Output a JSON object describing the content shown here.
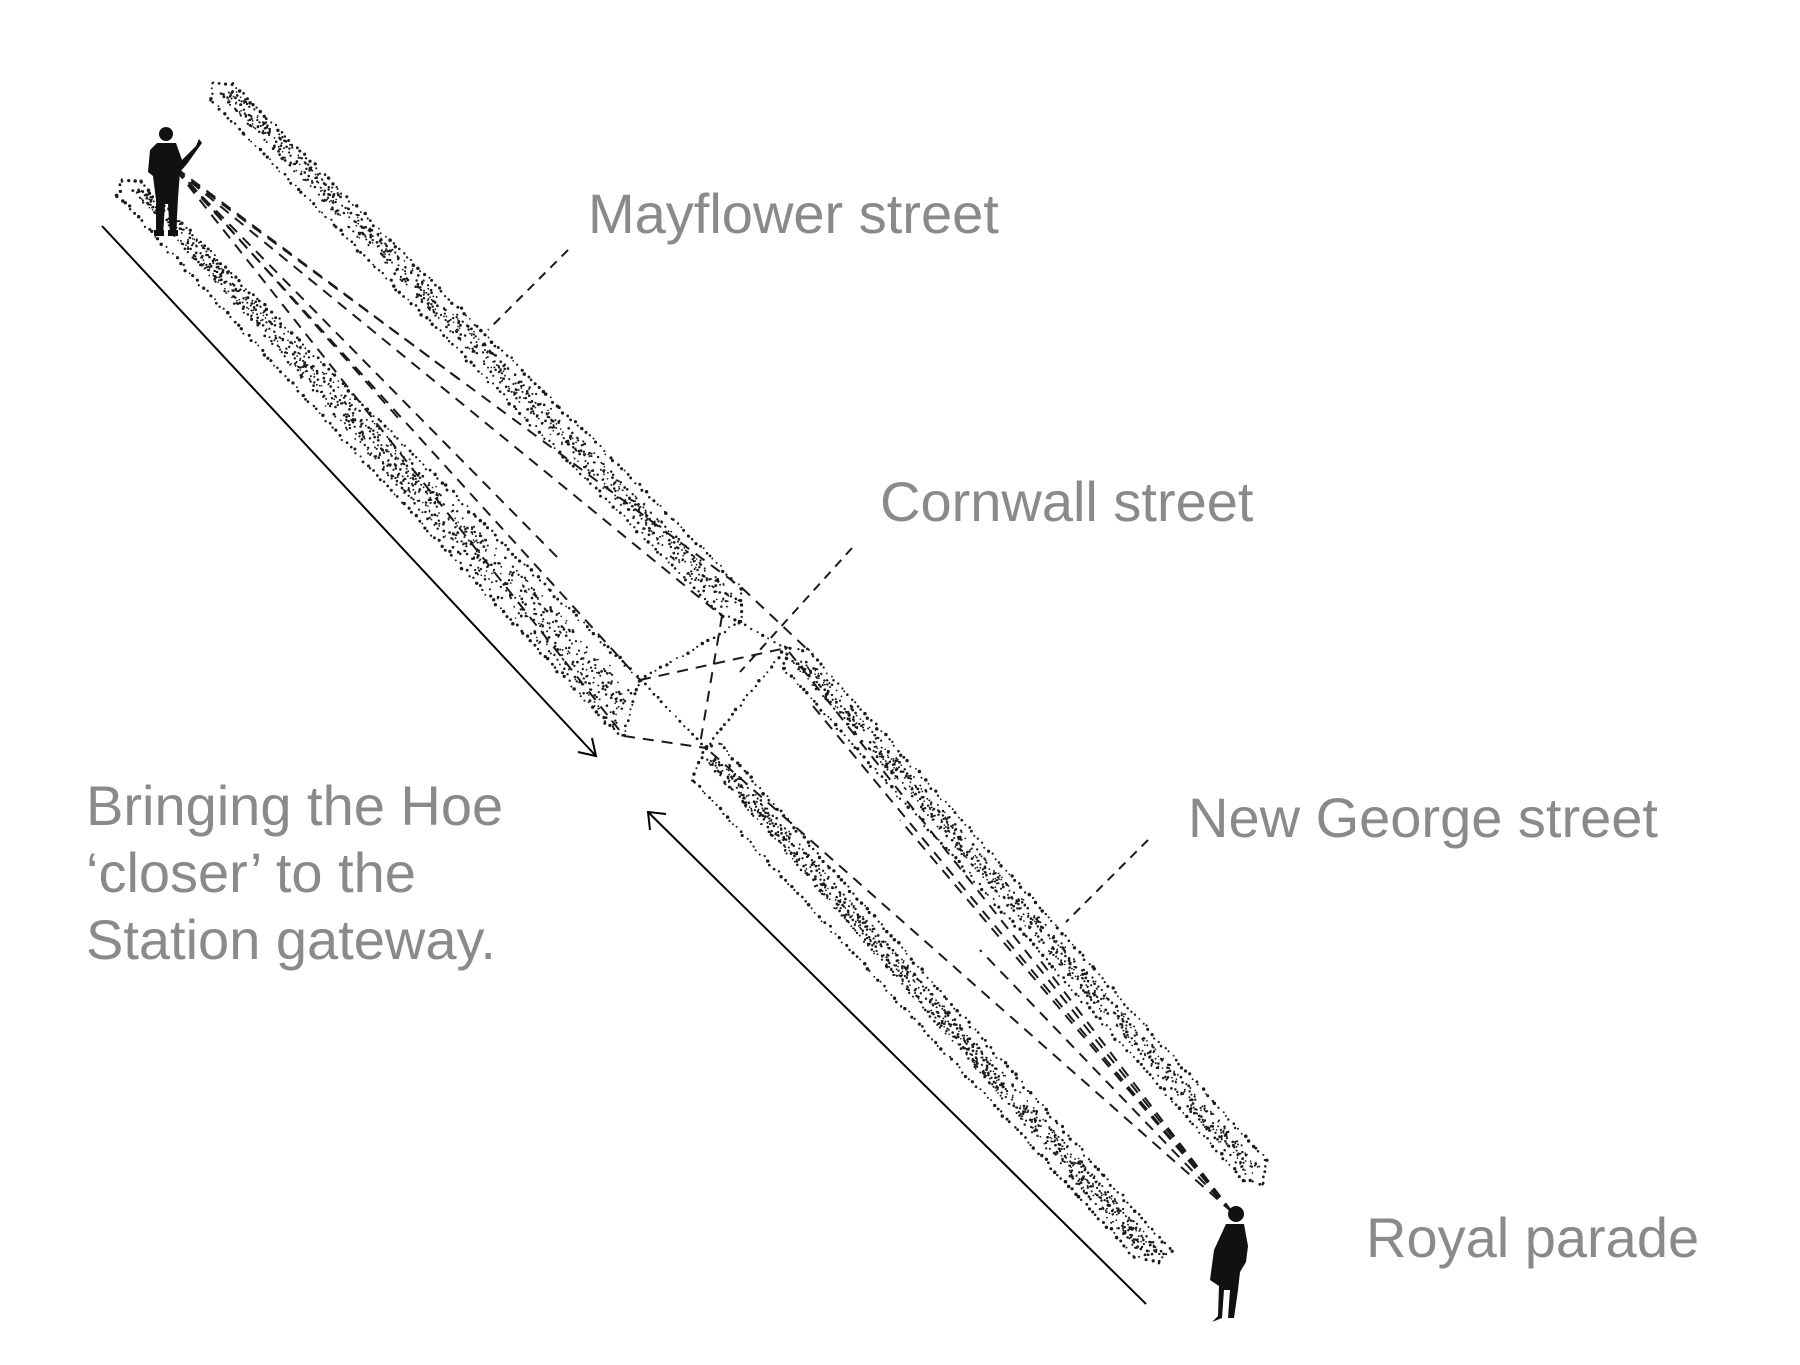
{
  "labels": {
    "mayflower": "Mayflower street",
    "cornwall": "Cornwall street",
    "new_george": "New George street",
    "royal_parade": "Royal parade"
  },
  "caption": {
    "line1": "Bringing the Hoe",
    "line2": "‘closer’ to the",
    "line3": "Station gateway."
  },
  "colors": {
    "label_text": "#8a8a8a",
    "ink": "#1a1a1a",
    "background": "#ffffff"
  },
  "icons": [
    "person-silhouette-icon",
    "arrow-icon"
  ]
}
